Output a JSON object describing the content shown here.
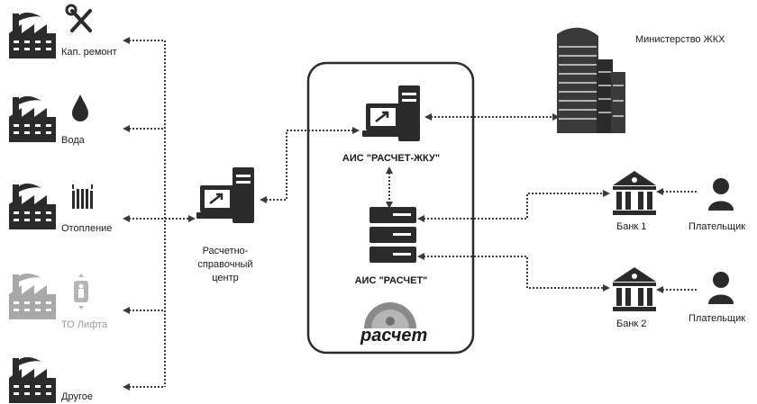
{
  "consumers": [
    {
      "label": "Кап. ремонт",
      "icon": "wrench-screwdriver-icon",
      "faded": false
    },
    {
      "label": "Вода",
      "icon": "water-drop-icon",
      "faded": false
    },
    {
      "label": "Отопление",
      "icon": "radiator-icon",
      "faded": false
    },
    {
      "label": "ТО Лифта",
      "icon": "elevator-icon",
      "faded": true
    },
    {
      "label": "Другое",
      "icon": "",
      "faded": false
    }
  ],
  "settlement_center": {
    "label_line1": "Расчетно-",
    "label_line2": "справочный",
    "label_line3": "центр"
  },
  "ais_zhku": {
    "label": "АИС \"РАСЧЕТ-ЖКУ\""
  },
  "ais_raschet": {
    "label": "АИС \"РАСЧЕТ\""
  },
  "logo": {
    "text": "расчет"
  },
  "ministry": {
    "label": "Министерство ЖКХ"
  },
  "banks": [
    {
      "label": "Банк 1"
    },
    {
      "label": "Банк 2"
    }
  ],
  "payers": [
    {
      "label": "Плательщик"
    },
    {
      "label": "Плательщик"
    }
  ],
  "colors": {
    "dark": "#2b2b2b",
    "faded": "#a8a8a8",
    "line": "#3a3a3a"
  }
}
